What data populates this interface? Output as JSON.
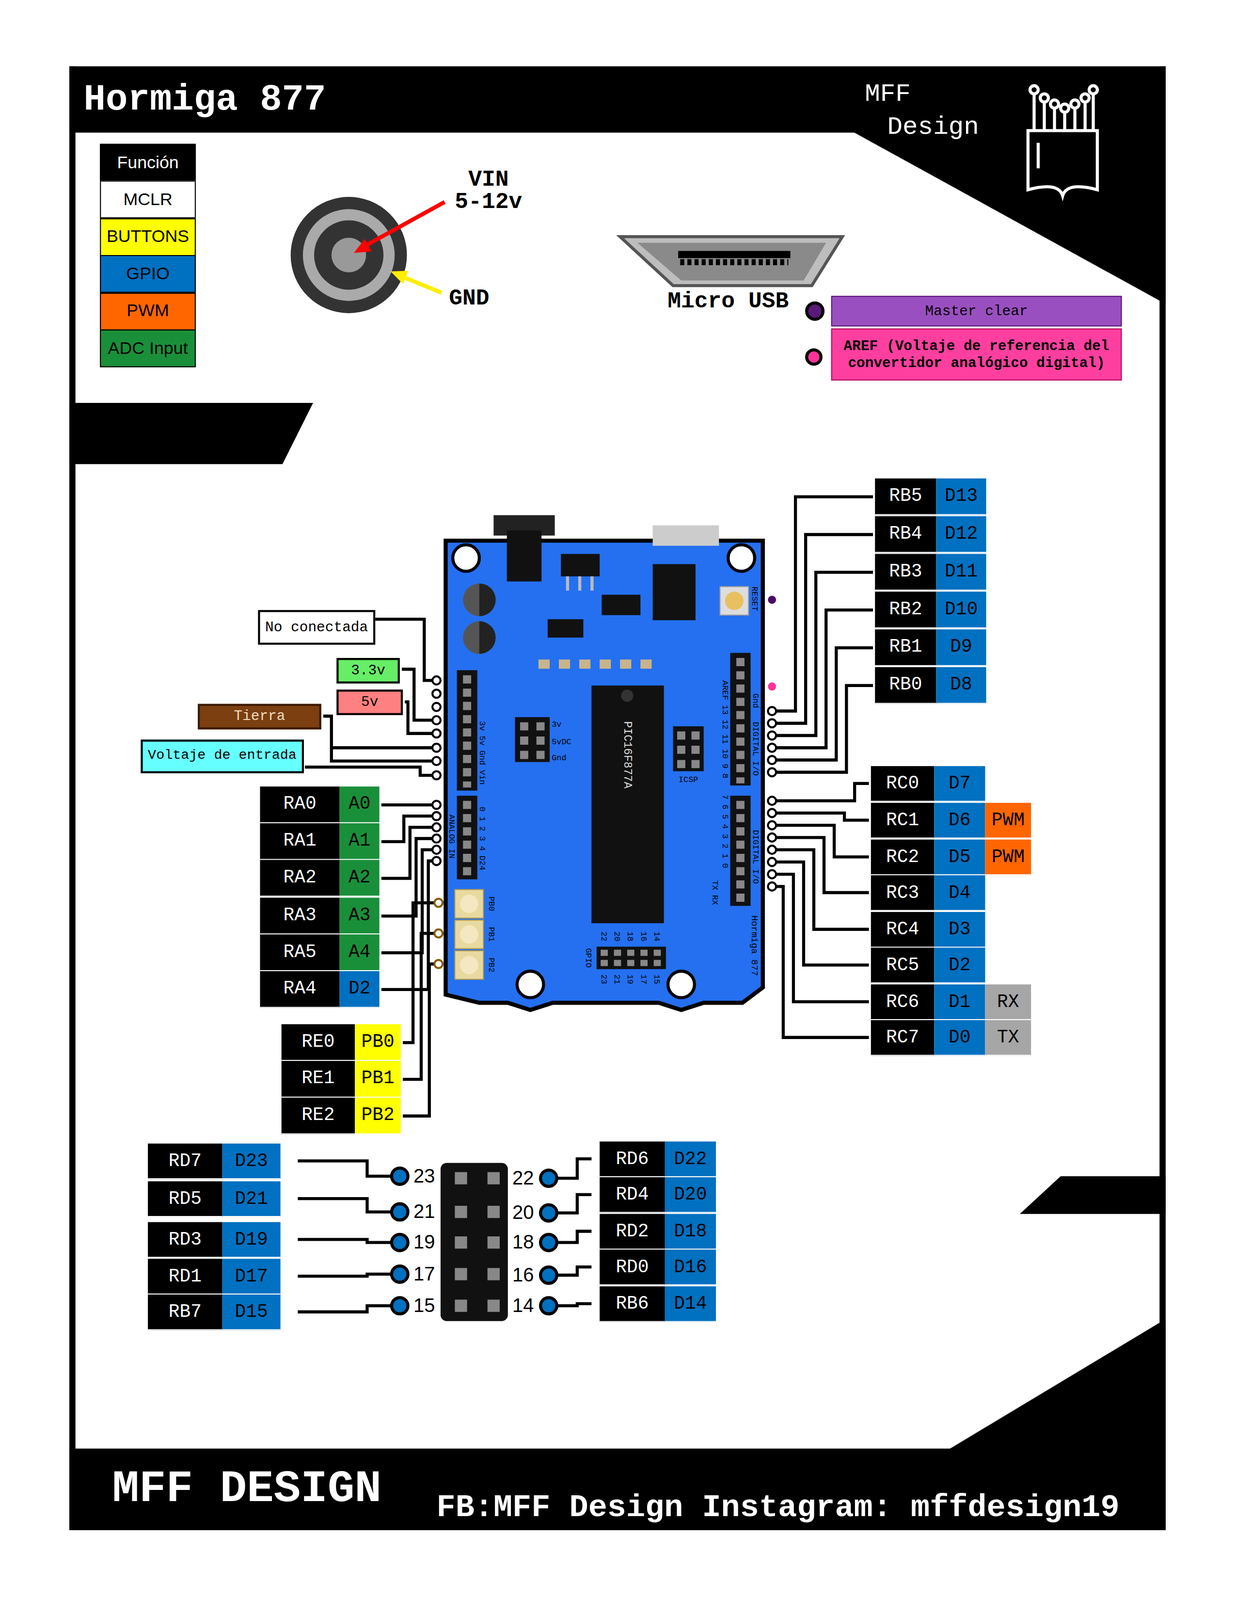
{
  "diagram": {
    "title": "Hormiga 877",
    "nodes": [
      {
        "text": [
          "Master clear"
        ]
      },
      {
        "text": [
          "AREF (Voltaje de referencia del convertidor analógico digital)"
        ]
      },
      {
        "text": [
          "RB5",
          "D13"
        ]
      },
      {
        "text": [
          "RB4",
          "D12"
        ]
      },
      {
        "text": [
          "RB3",
          "D11"
        ]
      },
      {
        "text": [
          "RB2",
          "D10"
        ]
      },
      {
        "text": [
          "RB1",
          "D9"
        ]
      },
      {
        "text": [
          "RB0",
          "D8"
        ]
      },
      {
        "text": [
          "RC0",
          "D7"
        ]
      },
      {
        "text": [
          "RC1",
          "D6",
          "PWM"
        ]
      },
      {
        "text": [
          "RC2",
          "D5",
          "PWM"
        ]
      },
      {
        "text": [
          "RC3",
          "D4"
        ]
      },
      {
        "text": [
          "RC4",
          "D3"
        ]
      },
      {
        "text": [
          "RC5",
          "D2"
        ]
      },
      {
        "text": [
          "RC6",
          "D1",
          "RX"
        ]
      },
      {
        "text": [
          "RC7",
          "D0",
          "TX"
        ]
      },
      {
        "text": [
          "No conectada"
        ]
      },
      {
        "text": [
          "3.3v"
        ]
      },
      {
        "text": [
          "5v"
        ]
      },
      {
        "text": [
          "Tierra"
        ]
      },
      {
        "text": [
          "Voltaje de entrada"
        ]
      },
      {
        "text": [
          "RA0",
          "A0"
        ]
      },
      {
        "text": [
          "RA1",
          "A1"
        ]
      },
      {
        "text": [
          "RA2",
          "A2"
        ]
      },
      {
        "text": [
          "RA3",
          "A3"
        ]
      },
      {
        "text": [
          "RA5",
          "A4"
        ]
      },
      {
        "text": [
          "RA4",
          "D2"
        ]
      },
      {
        "text": [
          "RE0",
          "PB0"
        ]
      },
      {
        "text": [
          "RE1",
          "PB1"
        ]
      },
      {
        "text": [
          "RE2",
          "PB2"
        ]
      },
      {
        "text": [
          "RD7",
          "D23"
        ]
      },
      {
        "text": [
          "RD5",
          "D21"
        ]
      },
      {
        "text": [
          "RD3",
          "D19"
        ]
      },
      {
        "text": [
          "RD1",
          "D17"
        ]
      },
      {
        "text": [
          "RB7",
          "D15"
        ]
      },
      {
        "text": [
          "RD6",
          "D22"
        ]
      },
      {
        "text": [
          "RD4",
          "D20"
        ]
      },
      {
        "text": [
          "RD2",
          "D18"
        ]
      },
      {
        "text": [
          "RD0",
          "D16"
        ]
      },
      {
        "text": [
          "RB6",
          "D14"
        ]
      }
    ],
    "labels": [
      "Función",
      "MFF Design",
      "VIN 5-12v",
      "GND",
      "Micro USB",
      "RESET",
      "AREF 13 12 11 10 9 8",
      "Gnd",
      "DIGITAL I/O",
      "7 6 5 4 3 2 1 0",
      "TX RX",
      "DIGITAL I/O",
      "Hormiga 877",
      "PIC16F877A",
      "3v",
      "5vDC",
      "Gnd",
      "ICSP",
      "3v 5v Gnd Vin",
      "0 1 2 3 4 D24",
      "ANALOG IN",
      "PB0",
      "PB1",
      "PB2",
      "GPIO",
      "22",
      "20",
      "18",
      "16",
      "14",
      "23",
      "21",
      "19",
      "17",
      "15",
      "23",
      "21",
      "19",
      "17",
      "15",
      "22",
      "20",
      "18",
      "16",
      "14",
      "MFF DESIGN",
      "FB:MFF Design Instagram: mffdesign19"
    ],
    "legend": [
      {
        "text": "MCLR",
        "color": "#ffffff"
      },
      {
        "text": "BUTTONS",
        "color": "#ffff00"
      },
      {
        "text": "GPIO",
        "color": "#0070c0"
      },
      {
        "text": "PWM",
        "color": "#ff6600"
      },
      {
        "text": "ADC Input",
        "color": "#1a8f3a"
      }
    ]
  }
}
